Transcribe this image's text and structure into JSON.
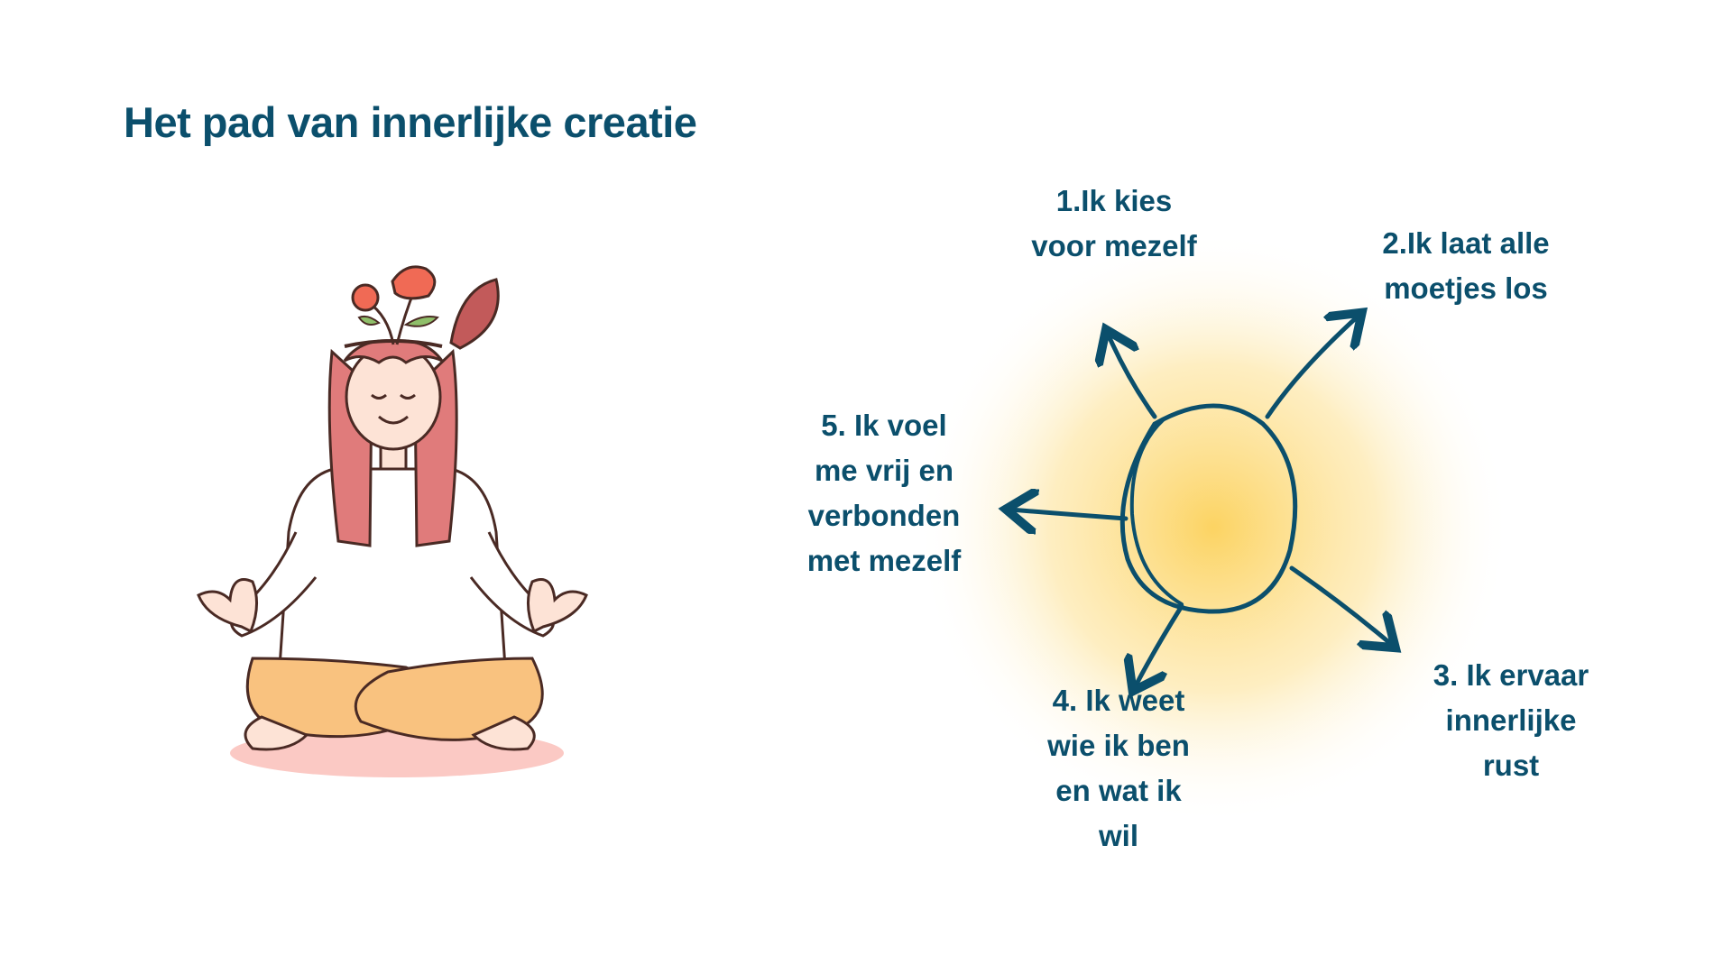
{
  "title": "Het pad van innerlijke creatie",
  "colors": {
    "text": "#0b4f6c",
    "glow": "#fcd15a",
    "hair": "#e07b7b",
    "pants": "#f9c27f",
    "flower": "#f06a55",
    "leaf": "#8fbf6a",
    "mat": "#fbc9c4",
    "outline": "#4a2a24"
  },
  "illustration": {
    "icon": "meditating-woman-flower-head-icon"
  },
  "sun": {
    "icon": "sun-circle-icon"
  },
  "steps": [
    {
      "id": "1",
      "label": "1.Ik kies\nvoor mezelf"
    },
    {
      "id": "2",
      "label": "2.Ik laat alle\nmoetjes los"
    },
    {
      "id": "3",
      "label": "3. Ik ervaar\ninnerlijke\nrust"
    },
    {
      "id": "4",
      "label": "4. Ik weet\nwie ik ben\nen wat ik\nwil"
    },
    {
      "id": "5",
      "label": "5. Ik voel\nme vrij en\nverbonden\nmet mezelf"
    }
  ]
}
